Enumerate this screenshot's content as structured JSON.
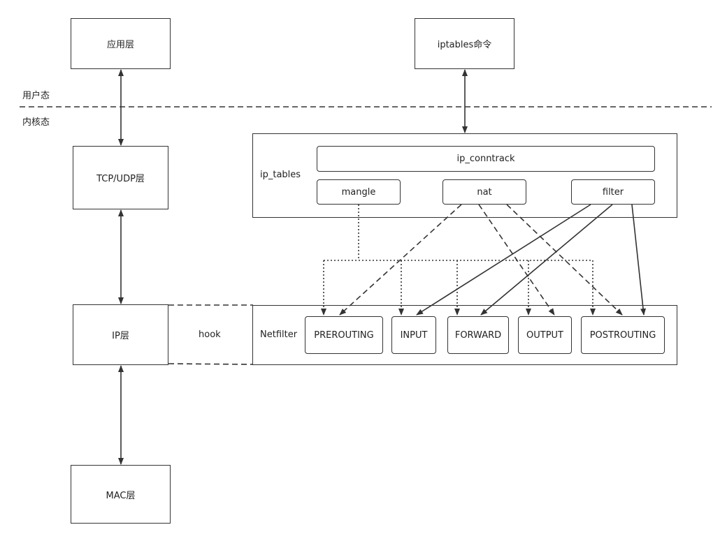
{
  "layers": {
    "app": "应用层",
    "tcp_udp": "TCP/UDP层",
    "ip": "IP层",
    "mac": "MAC层"
  },
  "iptables_cmd": "iptables命令",
  "zones": {
    "user": "用户态",
    "kernel": "内核态"
  },
  "ip_tables": {
    "label": "ip_tables",
    "conntrack": "ip_conntrack",
    "tables": [
      "mangle",
      "nat",
      "filter"
    ]
  },
  "hook_label": "hook",
  "netfilter": {
    "label": "Netfilter",
    "hooks": [
      "PREROUTING",
      "INPUT",
      "FORWARD",
      "OUTPUT",
      "POSTROUTING"
    ]
  },
  "connections": {
    "mangle": [
      "PREROUTING",
      "INPUT",
      "FORWARD",
      "OUTPUT",
      "POSTROUTING"
    ],
    "nat": [
      "PREROUTING",
      "OUTPUT",
      "POSTROUTING"
    ],
    "filter": [
      "INPUT",
      "FORWARD",
      "POSTROUTING"
    ]
  }
}
